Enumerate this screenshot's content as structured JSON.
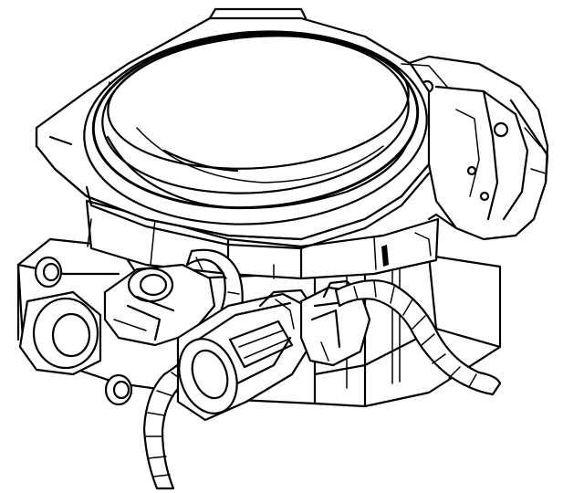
{
  "diagram": {
    "subject": "throttle-body-assembly",
    "style": "black line drawing on white",
    "colors": {
      "line": "#000000",
      "background": "#ffffff"
    },
    "parts": [
      "throttle-bore",
      "mounting-flange",
      "throttle-position-sensor",
      "idle-air-control-valve",
      "connector",
      "wiring-harness",
      "throttle-lever"
    ]
  }
}
